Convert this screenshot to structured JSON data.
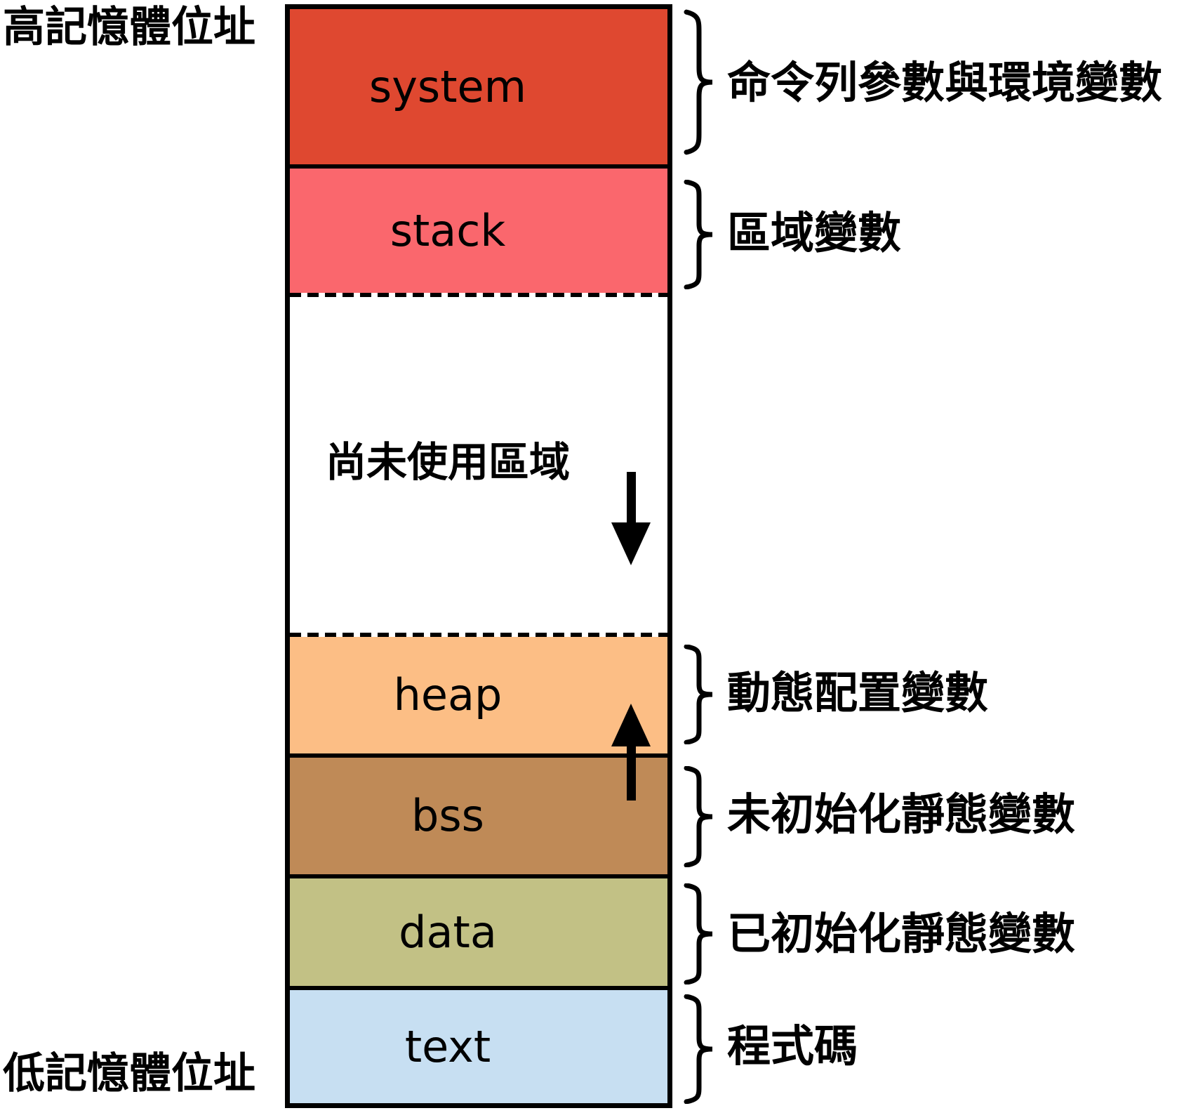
{
  "diagram": {
    "high_address_label": "高記憶體位址",
    "low_address_label": "低記憶體位址",
    "border_color": "#000000",
    "background_color": "#ffffff",
    "icons": {
      "stack_growth_icon": "down-arrow",
      "heap_growth_icon": "up-arrow",
      "annotation_marker": "right-curly-brace"
    },
    "column": {
      "segments": [
        {
          "key": "system",
          "label": "system",
          "color": "#df4830",
          "annotation": "命令列參數與環境變數"
        },
        {
          "key": "stack",
          "label": "stack",
          "color": "#fa676d",
          "annotation": "區域變數"
        },
        {
          "key": "unused",
          "label": "尚未使用區域",
          "color": "#ffffff",
          "annotation": ""
        },
        {
          "key": "heap",
          "label": "heap",
          "color": "#fcbe85",
          "annotation": "動態配置變數"
        },
        {
          "key": "bss",
          "label": "bss",
          "color": "#bf8a57",
          "annotation": "未初始化靜態變數"
        },
        {
          "key": "data",
          "label": "data",
          "color": "#c2c185",
          "annotation": "已初始化靜態變數"
        },
        {
          "key": "text",
          "label": "text",
          "color": "#c7dff2",
          "annotation": "程式碼"
        }
      ]
    }
  }
}
